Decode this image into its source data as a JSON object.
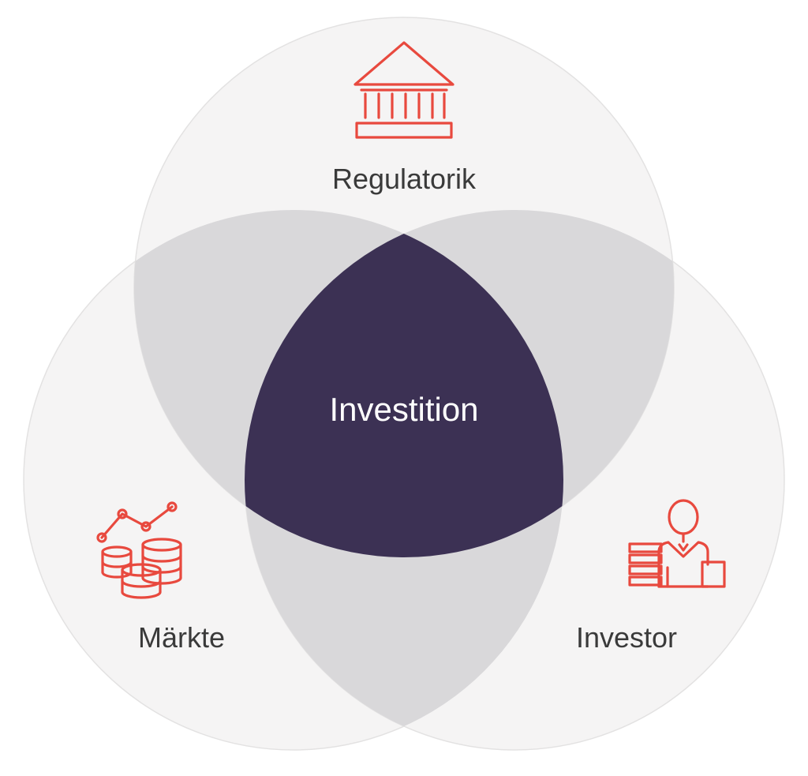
{
  "diagram": {
    "type": "venn-3",
    "center": {
      "label": "Investition"
    },
    "sets": [
      {
        "id": "top",
        "label": "Regulatorik",
        "icon": "bank-building-icon"
      },
      {
        "id": "left",
        "label": "Märkte",
        "icon": "coins-chart-icon"
      },
      {
        "id": "right",
        "label": "Investor",
        "icon": "investor-money-icon"
      }
    ],
    "colors": {
      "circle_fill": "#f5f4f4",
      "overlap_fill": "#d9d8da",
      "center_fill": "#3c3154",
      "icon_color": "#e8493e",
      "label_color": "#3a3a3a",
      "center_text_color": "#ffffff"
    }
  }
}
